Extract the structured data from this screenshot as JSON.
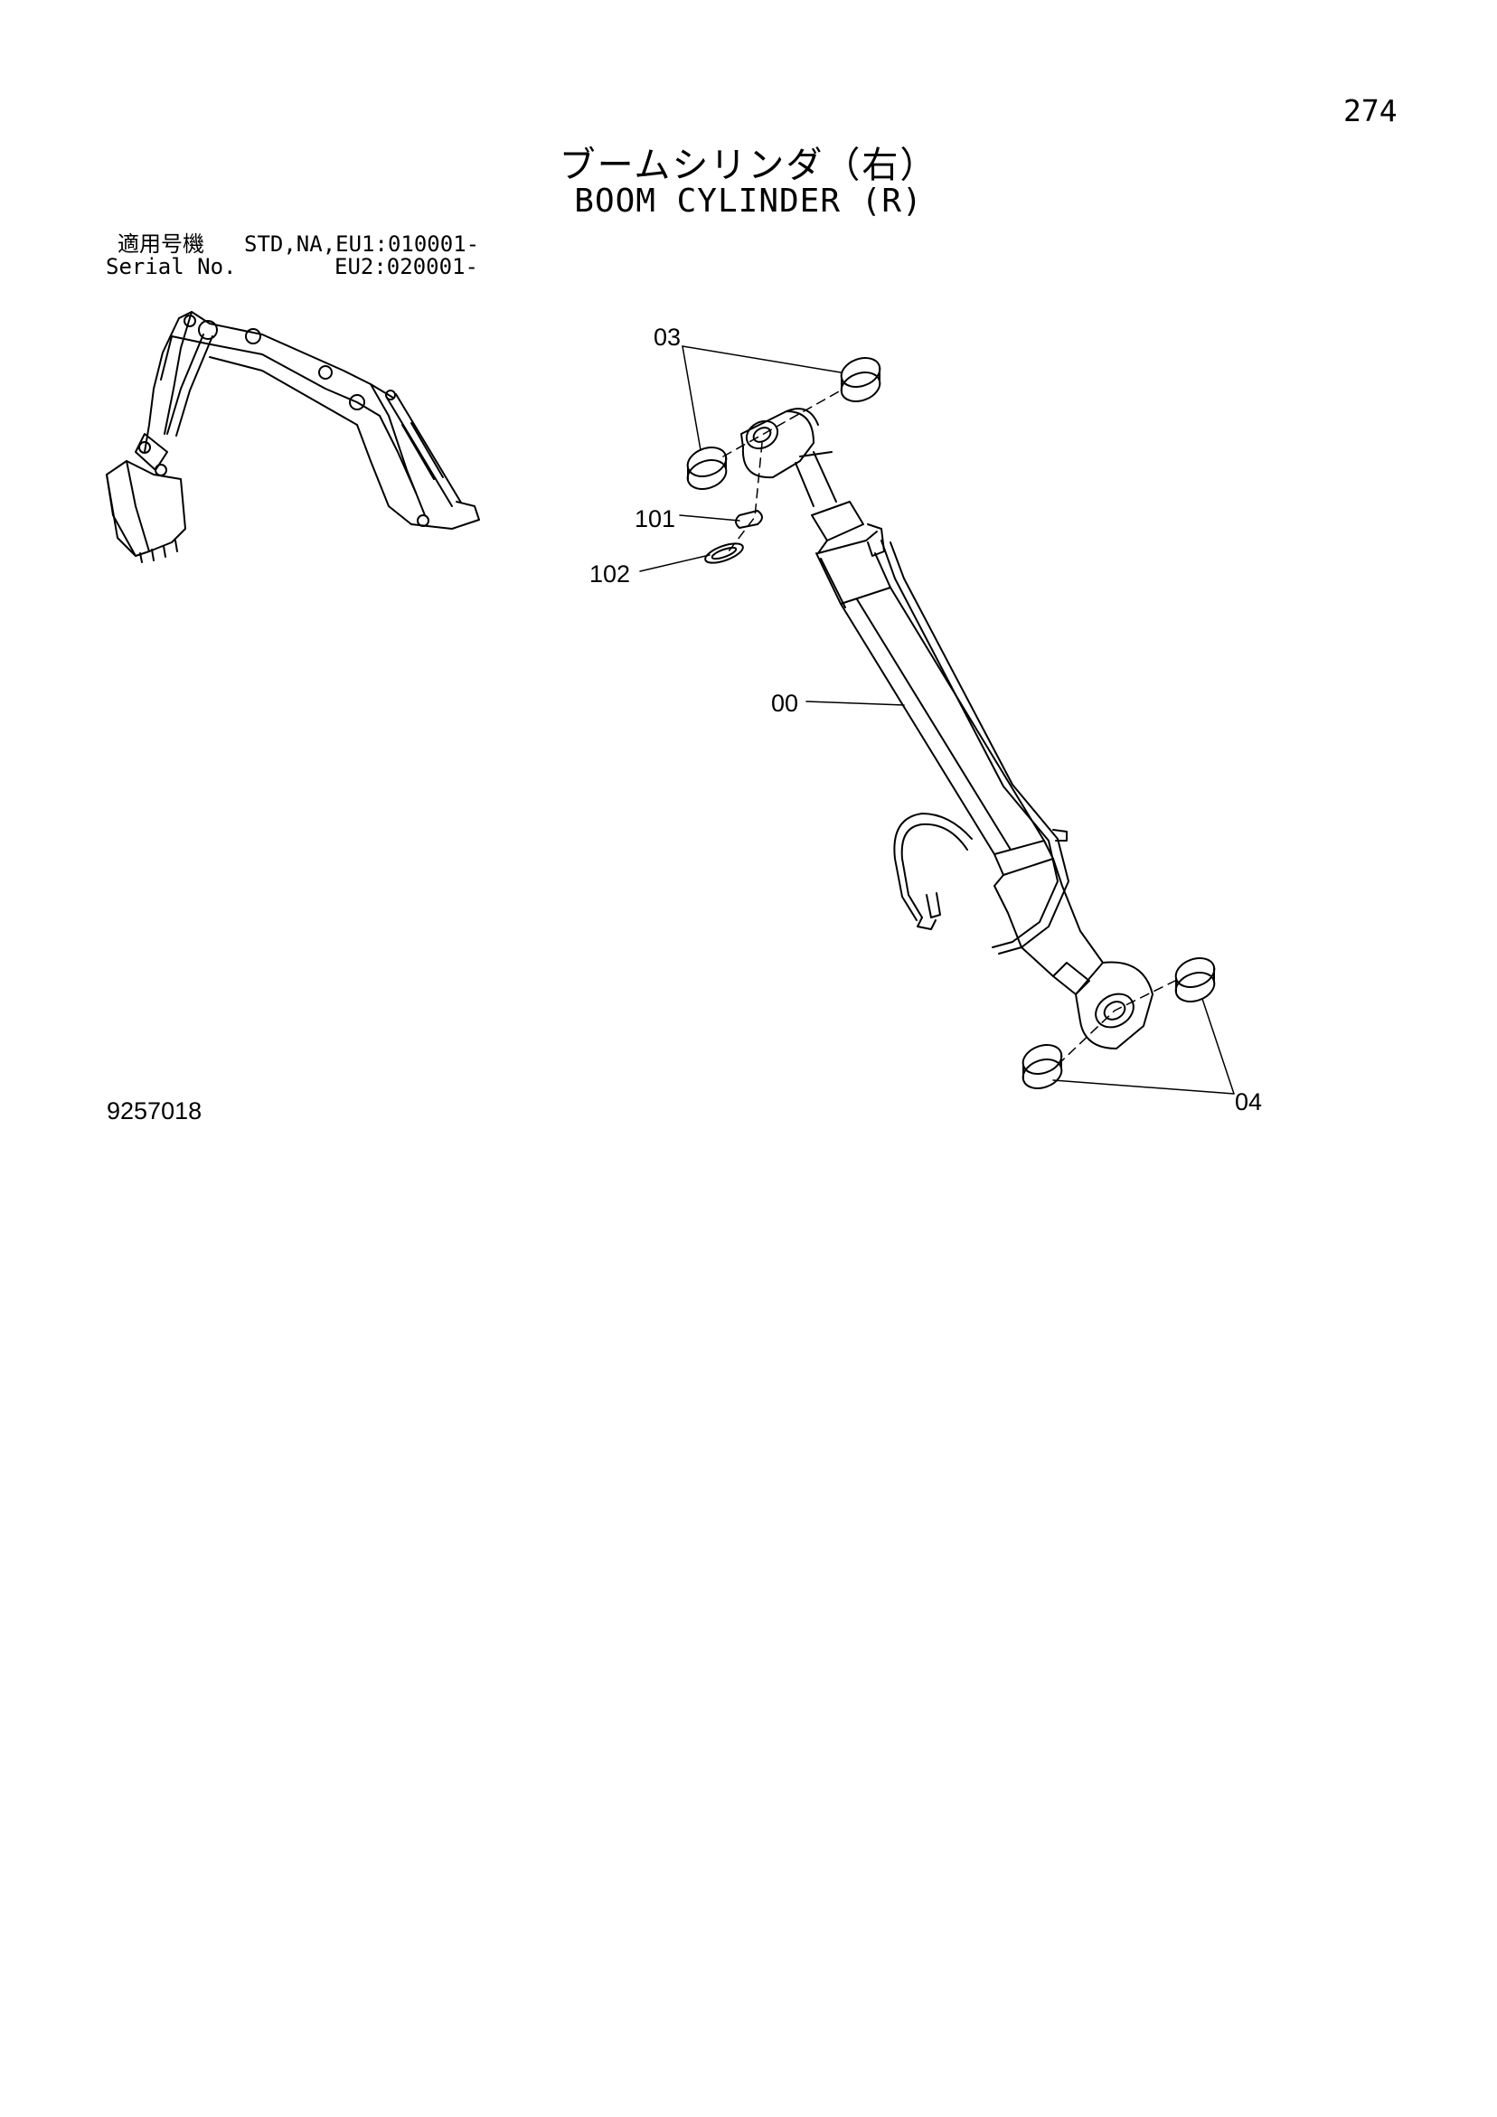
{
  "page_number": "274",
  "title": {
    "japanese": "ブームシリンダ（右）",
    "english": "BOOM CYLINDER (R)"
  },
  "serial": {
    "label_jp": "適用号機",
    "label_en": "Serial No.",
    "line_1": "STD,NA,EU1:010001-",
    "line_2": "EU2:020001-"
  },
  "drawing_number": "9257018",
  "callouts": [
    {
      "id": "03",
      "part": "bushing-top"
    },
    {
      "id": "101",
      "part": "pin"
    },
    {
      "id": "102",
      "part": "snap-ring"
    },
    {
      "id": "00",
      "part": "boom-cylinder-assembly"
    },
    {
      "id": "04",
      "part": "bushing-bottom"
    }
  ]
}
